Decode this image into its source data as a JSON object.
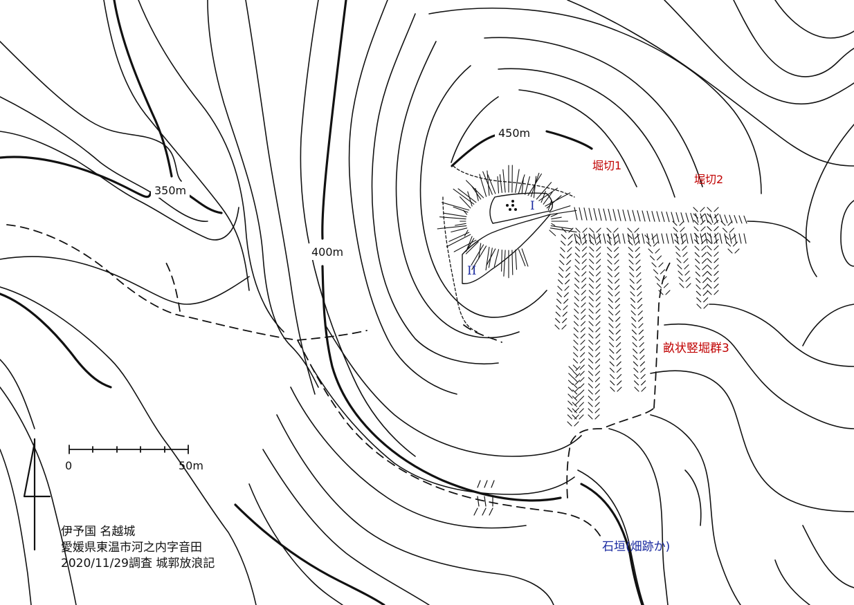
{
  "map": {
    "contour_labels": {
      "c350": "350m",
      "c400": "400m",
      "c450": "450m"
    },
    "features": {
      "horikiri1": "堀切1",
      "horikiri2": "堀切2",
      "tatebori": "畝状竪堀群3",
      "ishigaki": "石垣(畑跡か)",
      "kuruwa1": "I",
      "kuruwa2": "II"
    },
    "scale": {
      "start": "0",
      "end": "50m"
    },
    "info": {
      "line1": "伊予国 名越城",
      "line2": "愛媛県東温市河之内字音田",
      "line3": "2020/11/29調査 城郭放浪記"
    },
    "colors": {
      "line": "#111111",
      "feature_red": "#c00000",
      "feature_blue": "#1a2aa0"
    }
  }
}
